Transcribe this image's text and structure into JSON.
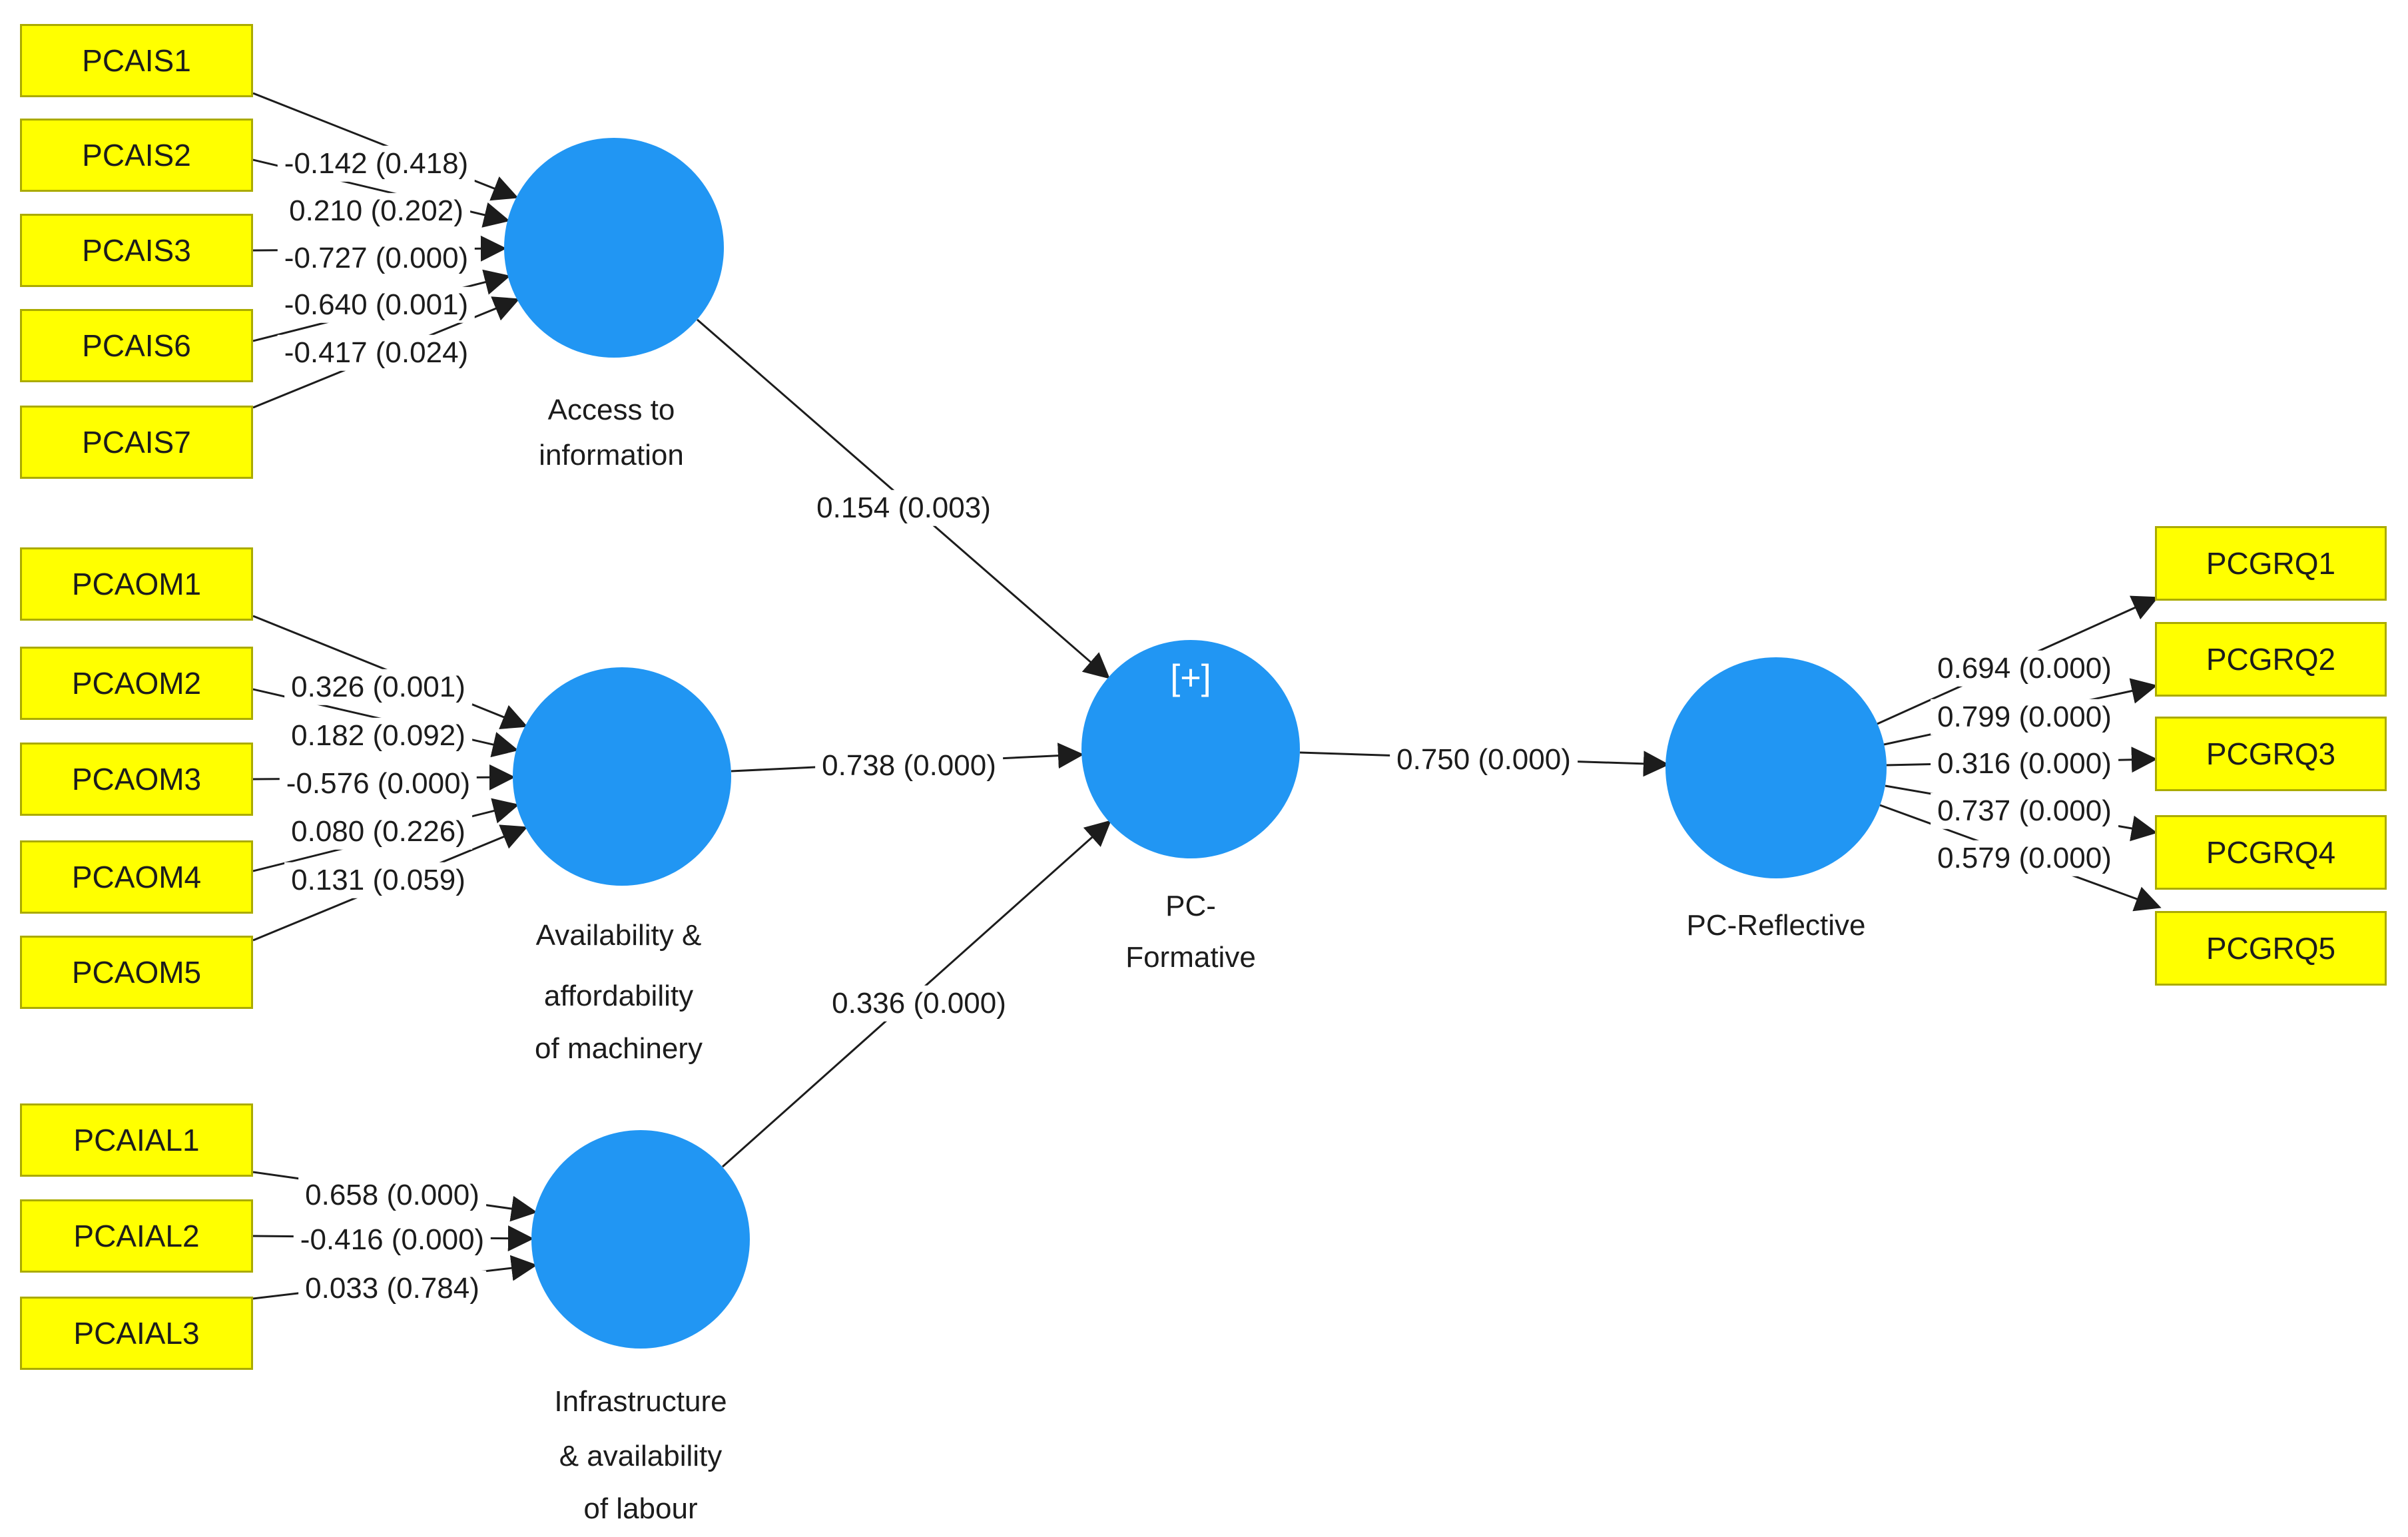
{
  "colors": {
    "construct_fill": "#2196F3",
    "indicator_fill": "#FFFF00",
    "indicator_border": "#ABAB00",
    "line": "#1C1C1C"
  },
  "nodes": {
    "access": {
      "lines": [
        "Access to",
        "information"
      ]
    },
    "machinery": {
      "lines": [
        "Availability &",
        "affordability",
        "of machinery"
      ]
    },
    "labour": {
      "lines": [
        "Infrastructure",
        "& availability",
        "of labour"
      ]
    },
    "formative": {
      "plus": "[+]",
      "lines": [
        "PC-",
        "Formative"
      ]
    },
    "reflective": {
      "label": "PC-Reflective"
    }
  },
  "indicators": {
    "access": [
      "PCAIS1",
      "PCAIS2",
      "PCAIS3",
      "PCAIS6",
      "PCAIS7"
    ],
    "machinery": [
      "PCAOM1",
      "PCAOM2",
      "PCAOM3",
      "PCAOM4",
      "PCAOM5"
    ],
    "labour": [
      "PCAIAL1",
      "PCAIAL2",
      "PCAIAL3"
    ],
    "reflective": [
      "PCGRQ1",
      "PCGRQ2",
      "PCGRQ3",
      "PCGRQ4",
      "PCGRQ5"
    ]
  },
  "weights": {
    "access": [
      "-0.142 (0.418)",
      "0.210 (0.202)",
      "-0.727 (0.000)",
      "-0.640 (0.001)",
      "-0.417 (0.024)"
    ],
    "machinery": [
      "0.326 (0.001)",
      "0.182 (0.092)",
      "-0.576 (0.000)",
      "0.080 (0.226)",
      "0.131 (0.059)"
    ],
    "labour": [
      "0.658 (0.000)",
      "-0.416 (0.000)",
      "0.033 (0.784)"
    ],
    "reflective": [
      "0.694 (0.000)",
      "0.799 (0.000)",
      "0.316 (0.000)",
      "0.737 (0.000)",
      "0.579 (0.000)"
    ]
  },
  "paths": {
    "access_formative": "0.154 (0.003)",
    "machinery_formative": "0.738 (0.000)",
    "labour_formative": "0.336 (0.000)",
    "formative_reflective": "0.750 (0.000)"
  }
}
